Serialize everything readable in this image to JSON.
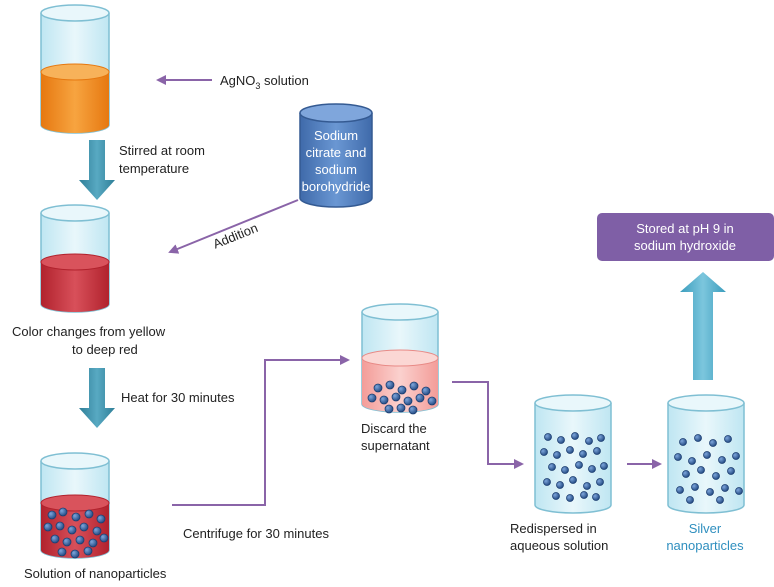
{
  "colors": {
    "arrow_teal": "#3b8ea6",
    "arrow_purple": "#8a64a8",
    "up_arrow": "#4aa6c4",
    "orange_liquid": "#ef8a1a",
    "red_liquid": "#c0303a",
    "pink_liquid": "#f3a9a6",
    "nanoparticle": "#2f5c9c",
    "reagent_blue": "#4f7dbf",
    "purple_box": "#7f5fa6",
    "teal_text": "#2f8fbf"
  },
  "labels": {
    "agno3_main": "AgNO",
    "agno3_sub": "3",
    "agno3_tail": " solution",
    "stirred_line1": "Stirred at room",
    "stirred_line2": "temperature",
    "reagent_line1": "Sodium",
    "reagent_line2": "citrate and",
    "reagent_line3": "sodium",
    "reagent_line4": "borohydride",
    "addition": "Addition",
    "color_change_line1": "Color changes from yellow",
    "color_change_line2": "to deep red",
    "heat": "Heat for 30 minutes",
    "solution_nano": "Solution of nanoparticles",
    "centrifuge": "Centrifuge for 30 minutes",
    "discard_line1": "Discard the",
    "discard_line2": "supernatant",
    "redispersed_line1": "Redispersed in",
    "redispersed_line2": "aqueous solution",
    "silver_line1": "Silver",
    "silver_line2": "nanoparticles",
    "stored_line1": "Stored at pH 9 in",
    "stored_line2": "sodium hydroxide"
  }
}
